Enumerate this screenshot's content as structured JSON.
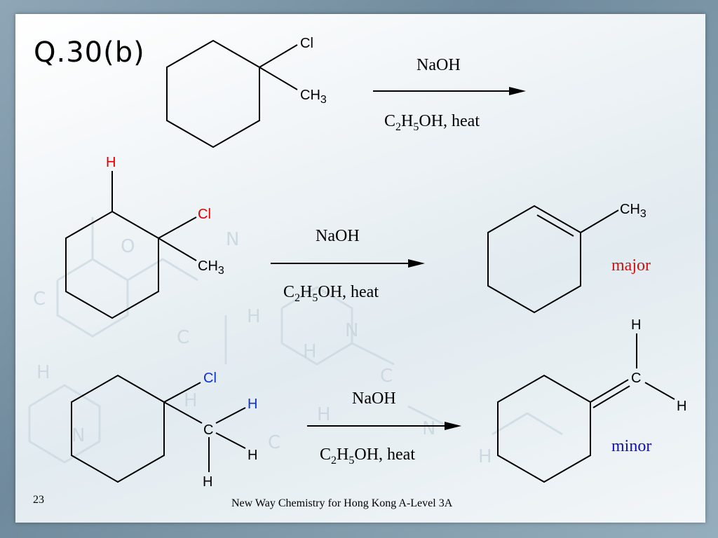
{
  "slide": {
    "title": "Q.30(b)",
    "page_number": "23",
    "source": "New Way Chemistry for Hong Kong A-Level 3A"
  },
  "reaction_1": {
    "reactant": {
      "substituent_top": "Cl",
      "substituent_bottom": "CH",
      "subscript": "3"
    },
    "reagent_top": "NaOH",
    "reagent_bottom": {
      "c": "C",
      "c_sub": "2",
      "h": "H",
      "h_sub": "5",
      "rest": "OH, heat"
    }
  },
  "reaction_2": {
    "reactant": {
      "h_label": "H",
      "cl_label": "Cl",
      "methyl": "CH",
      "methyl_sub": "3"
    },
    "reagent_top": "NaOH",
    "reagent_bottom": {
      "c": "C",
      "c_sub": "2",
      "h": "H",
      "h_sub": "5",
      "rest": "OH, heat"
    },
    "product": {
      "methyl": "CH",
      "methyl_sub": "3",
      "tag": "major"
    }
  },
  "reaction_3": {
    "reactant": {
      "cl_label": "Cl",
      "c_label": "C",
      "h1": "H",
      "h2": "H",
      "h3": "H"
    },
    "reagent_top": "NaOH",
    "reagent_bottom": {
      "c": "C",
      "c_sub": "2",
      "h": "H",
      "h_sub": "5",
      "rest": "OH, heat"
    },
    "product": {
      "c_label": "C",
      "h_top": "H",
      "h_right": "H",
      "tag": "minor"
    }
  },
  "colors": {
    "highlight_red": "#e00000",
    "highlight_blue": "#1030d0",
    "major_tag": "#d01010",
    "minor_tag": "#1010c0"
  }
}
